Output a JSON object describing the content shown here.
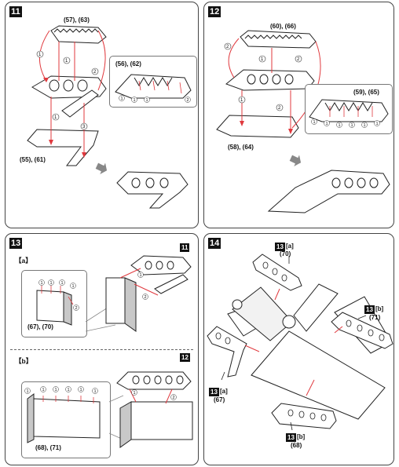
{
  "steps": [
    {
      "number": "11",
      "top_label": "(57), (63)",
      "inset_label": "(56), (62)",
      "base_label": "(55), (61)"
    },
    {
      "number": "12",
      "top_label": "(60), (66)",
      "inset_label": "(59), (65)",
      "base_label": "(58), (64)"
    },
    {
      "number": "13",
      "sub_a": "【a】",
      "sub_b": "【b】",
      "ref_a": "11",
      "ref_b": "12",
      "label_a": "(67), (70)",
      "label_b": "(68), (71)"
    },
    {
      "number": "14",
      "refs": [
        {
          "badge": "13",
          "tag": "[a]",
          "part": "(70)"
        },
        {
          "badge": "13",
          "tag": "[b]",
          "part": "(71)"
        },
        {
          "badge": "13",
          "tag": "[a]",
          "part": "(67)"
        },
        {
          "badge": "13",
          "tag": "[b]",
          "part": "(68)"
        }
      ]
    }
  ],
  "glue_marks": [
    "①",
    "②",
    "③"
  ],
  "colors": {
    "guide_line": "#e0393e",
    "outline": "#222",
    "shade": "#c8c8c8",
    "panel_border": "#444"
  }
}
